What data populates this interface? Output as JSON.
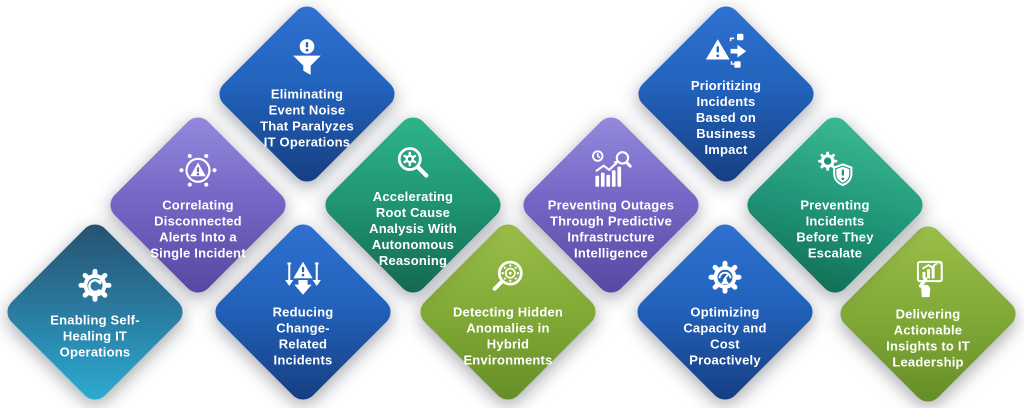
{
  "figure": {
    "type": "diamond-infographic",
    "background": "#ffffff",
    "text_color": "#ffffff"
  },
  "palette": {
    "blue": [
      "#2f70d0",
      "#163c7e"
    ],
    "purple": [
      "#958bde",
      "#5645a0"
    ],
    "teal_green": [
      "#2fb68b",
      "#14654f"
    ],
    "green": [
      "#3cba93",
      "#116e54"
    ],
    "cyan_blue": [
      "#27506e",
      "#2caed4"
    ],
    "olive_green": [
      "#9cc04a",
      "#648c26"
    ]
  },
  "tiles": [
    {
      "label": "Eliminating\nEvent Noise\nThat Paralyzes\nIT Operations",
      "icon": "funnel-alert-icon",
      "theme": "blue"
    },
    {
      "label": "Prioritizing\nIncidents\nBased on\nBusiness\nImpact",
      "icon": "incident-routing-icon",
      "theme": "blue"
    },
    {
      "label": "Correlating\nDisconnected\nAlerts Into a\nSingle Incident",
      "icon": "network-alert-icon",
      "theme": "purple"
    },
    {
      "label": "Accelerating\nRoot Cause\nAnalysis With\nAutonomous\nReasoning",
      "icon": "gear-magnifier-icon",
      "theme": "teal_green"
    },
    {
      "label": "Preventing Outages\nThrough Predictive\nInfrastructure\nIntelligence",
      "icon": "predictive-chart-icon",
      "theme": "purple"
    },
    {
      "label": "Preventing\nIncidents\nBefore They\nEscalate",
      "icon": "gear-shield-icon",
      "theme": "green"
    },
    {
      "label": "Enabling Self-\nHealing IT\nOperations",
      "icon": "self-healing-gear-icon",
      "theme": "cyan_blue"
    },
    {
      "label": "Reducing\nChange-\nRelated\nIncidents",
      "icon": "change-risk-arrows-icon",
      "theme": "blue"
    },
    {
      "label": "Detecting Hidden\nAnomalies in\nHybrid\nEnvironments",
      "icon": "anomaly-magnifier-icon",
      "theme": "olive_green"
    },
    {
      "label": "Optimizing\nCapacity and\nCost\nProactively",
      "icon": "capacity-gauge-gear-icon",
      "theme": "blue"
    },
    {
      "label": "Delivering\nActionable\nInsights to IT\nLeadership",
      "icon": "insights-hand-chart-icon",
      "theme": "olive_green"
    }
  ]
}
